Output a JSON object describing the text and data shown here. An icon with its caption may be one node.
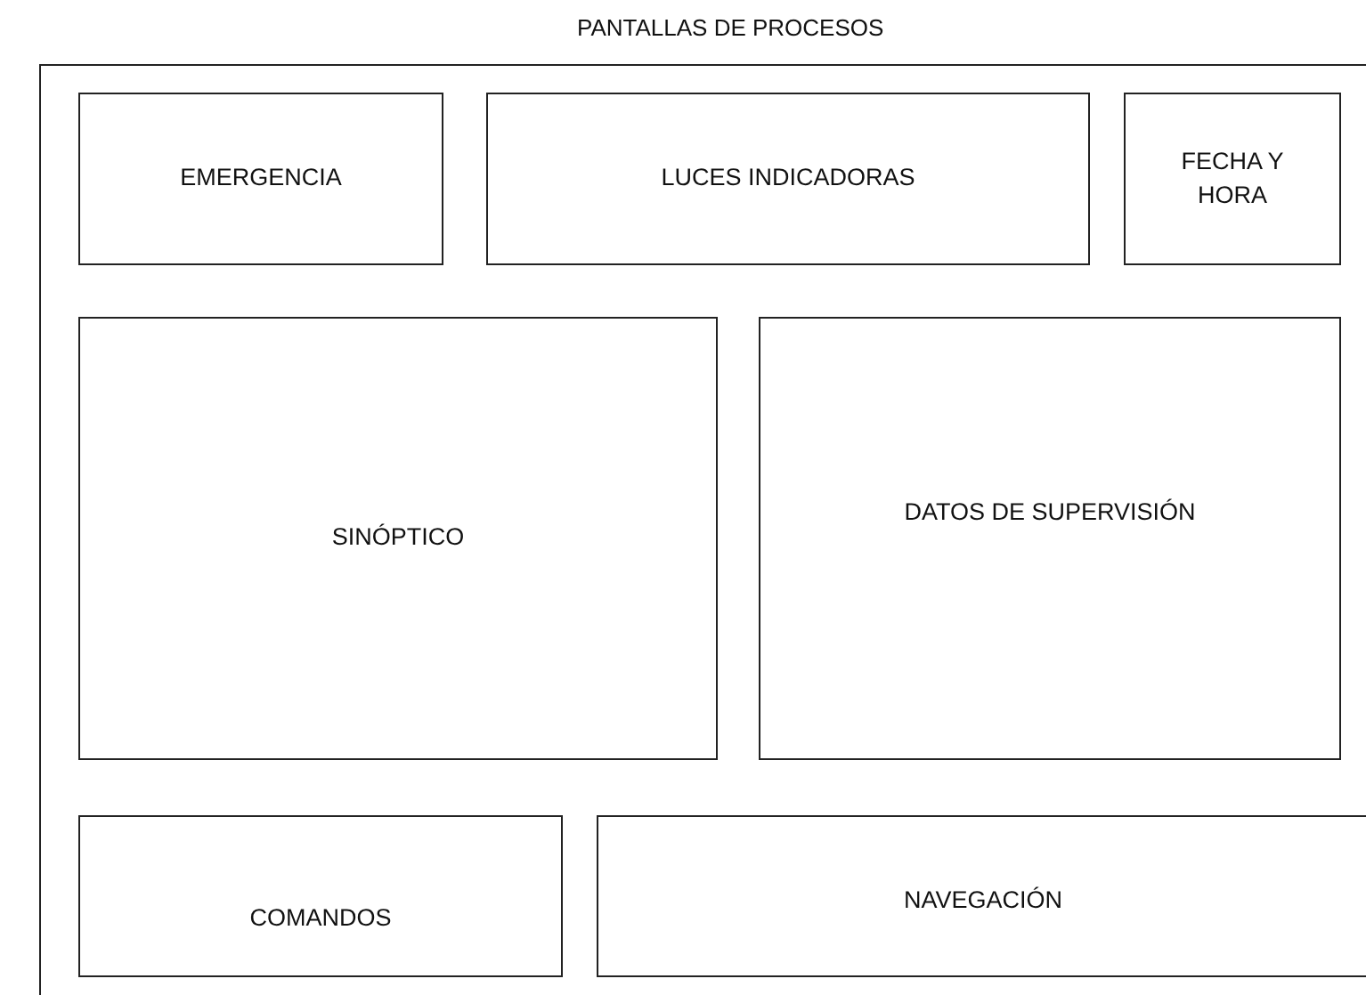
{
  "diagram": {
    "title": "PANTALLAS DE PROCESOS",
    "nodes": [
      {
        "text": [],
        "shape": "box"
      },
      {
        "text": [
          "EMERGENCIA"
        ],
        "in": 0
      },
      {
        "text": [
          "LUCES INDICADORAS"
        ],
        "in": 0
      },
      {
        "text": [
          "FECHA Y HORA"
        ],
        "in": 0
      },
      {
        "text": [
          "SINÓPTICO"
        ],
        "in": 0
      },
      {
        "text": [
          "DATOS DE SUPERVISIÓN"
        ],
        "in": 0
      },
      {
        "text": [
          "COMANDOS"
        ],
        "in": 0
      },
      {
        "text": [
          "NAVEGACIÓN"
        ],
        "in": 0
      }
    ]
  }
}
